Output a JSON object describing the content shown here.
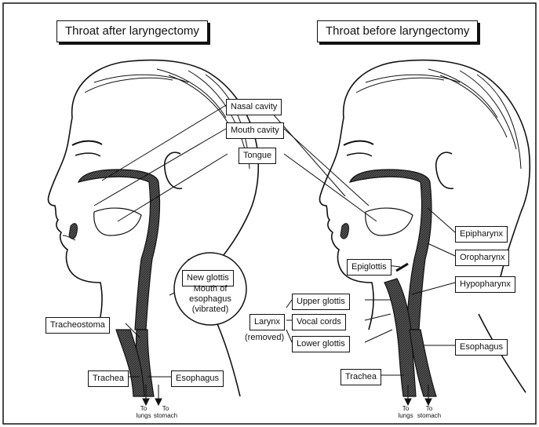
{
  "titles": {
    "after": "Throat after laryngectomy",
    "before": "Throat before laryngectomy"
  },
  "labels": {
    "nasal_cavity": "Nasal cavity",
    "mouth_cavity": "Mouth cavity",
    "tongue": "Tongue",
    "new_glottis": "New glottis",
    "mouth_of_esophagus": "Mouth of esophagus (vibrated)",
    "tracheostoma": "Tracheostoma",
    "trachea_left": "Trachea",
    "esophagus_left": "Esophagus",
    "epipharynx": "Epipharynx",
    "oropharynx": "Oropharynx",
    "epiglottis": "Epiglottis",
    "hypopharynx": "Hypopharynx",
    "upper_glottis": "Upper glottis",
    "larynx": "Larynx",
    "removed": "(removed)",
    "vocal_cords": "Vocal cords",
    "lower_glottis": "Lower glottis",
    "esophagus_right": "Esophagus",
    "trachea_right": "Trachea"
  },
  "arrows": {
    "to_lungs": "To lungs",
    "to_stomach": "To stomach"
  }
}
